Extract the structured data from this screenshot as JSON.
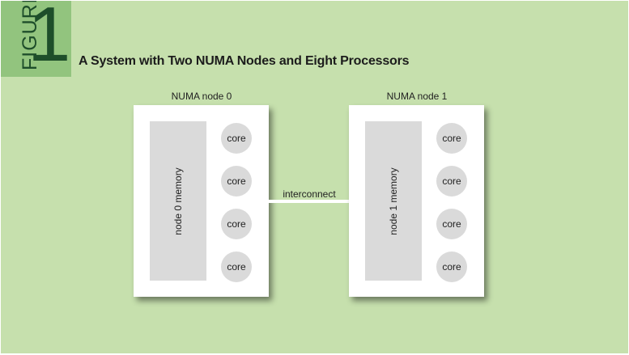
{
  "figure": {
    "word": "FIGURE",
    "number": "1",
    "title": "A System with Two NUMA Nodes and Eight Processors"
  },
  "colors": {
    "background": "#c6e0ad",
    "badge": "#92c47e",
    "badge_text": "#1e4e2a",
    "box": "#ffffff",
    "component": "#dadada"
  },
  "nodes": [
    {
      "label": "NUMA node 0",
      "memory_label": "node 0 memory",
      "cores": [
        "core",
        "core",
        "core",
        "core"
      ]
    },
    {
      "label": "NUMA node 1",
      "memory_label": "node 1 memory",
      "cores": [
        "core",
        "core",
        "core",
        "core"
      ]
    }
  ],
  "interconnect": {
    "label": "interconnect"
  }
}
